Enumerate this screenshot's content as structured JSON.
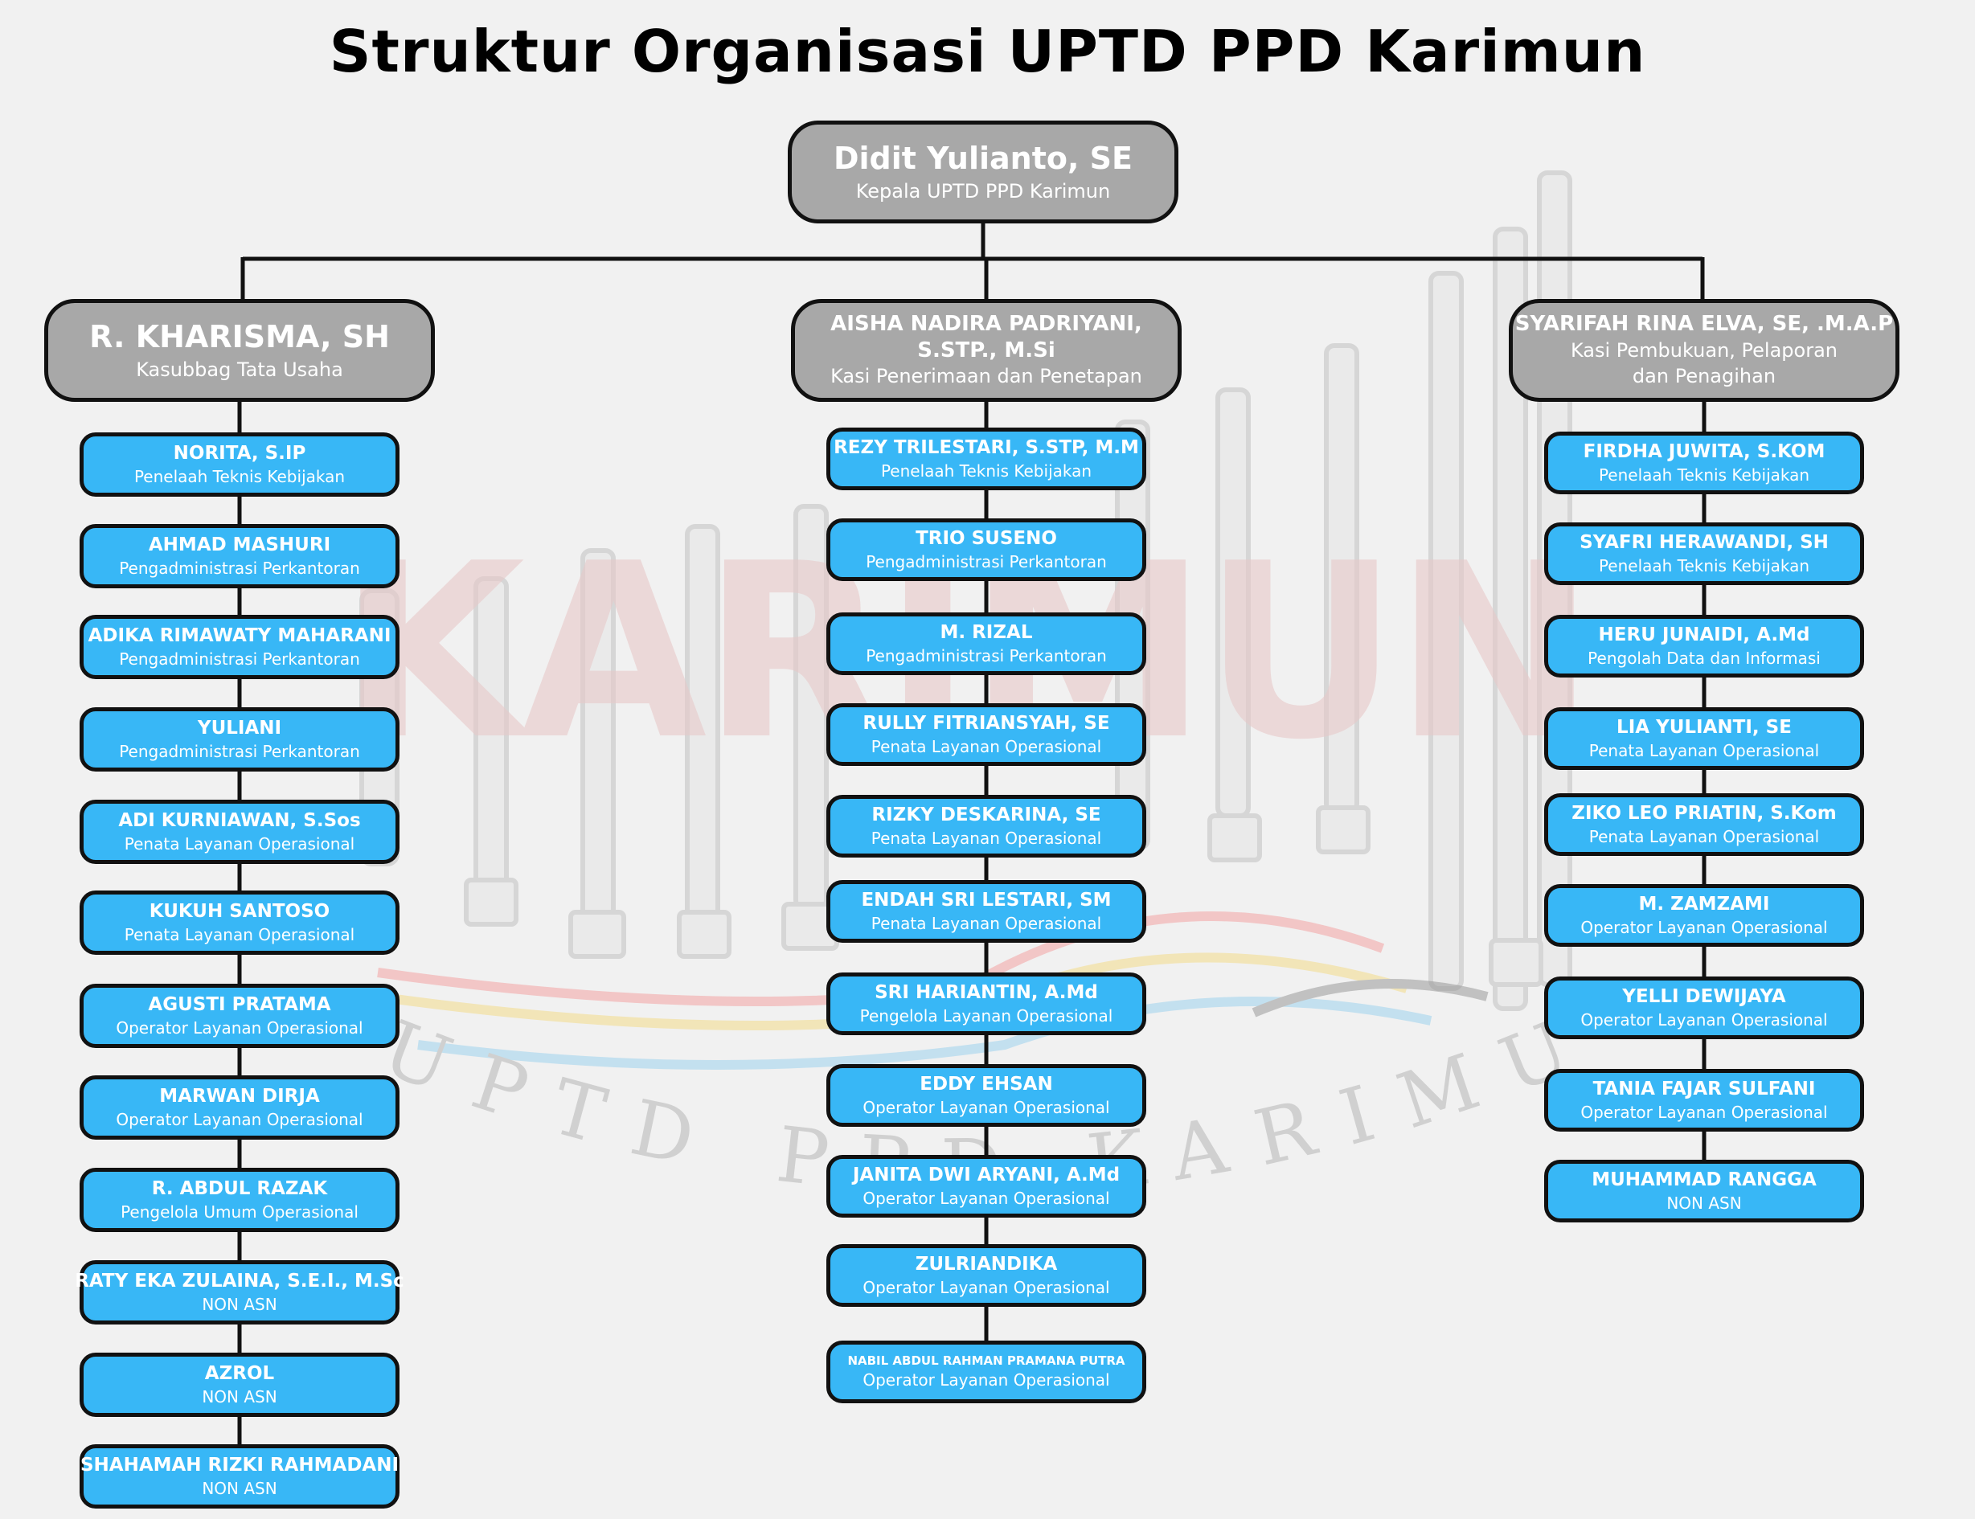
{
  "title": "Struktur Organisasi UPTD PPD Karimun",
  "watermark": {
    "main_text": "KARIMUN",
    "arc_text": "UPTD PPD KARIMUN"
  },
  "head": {
    "name": "Didit Yulianto, SE",
    "role": "Kepala UPTD PPD Karimun"
  },
  "divisions": [
    {
      "name": "R. KHARISMA, SH",
      "role": "Kasubbag Tata Usaha",
      "staff": [
        {
          "name": "NORITA, S.IP",
          "role": "Penelaah Teknis Kebijakan"
        },
        {
          "name": "AHMAD MASHURI",
          "role": "Pengadministrasi Perkantoran"
        },
        {
          "name": "ADIKA RIMAWATY MAHARANI",
          "role": "Pengadministrasi Perkantoran"
        },
        {
          "name": "YULIANI",
          "role": "Pengadministrasi Perkantoran"
        },
        {
          "name": "ADI KURNIAWAN, S.Sos",
          "role": "Penata Layanan Operasional"
        },
        {
          "name": "KUKUH SANTOSO",
          "role": "Penata Layanan Operasional"
        },
        {
          "name": "AGUSTI PRATAMA",
          "role": "Operator Layanan Operasional"
        },
        {
          "name": "MARWAN DIRJA",
          "role": "Operator Layanan Operasional"
        },
        {
          "name": "R. ABDUL RAZAK",
          "role": "Pengelola Umum Operasional"
        },
        {
          "name": "RATY EKA ZULAINA, S.E.I., M.Sc",
          "role": "NON ASN"
        },
        {
          "name": "AZROL",
          "role": "NON ASN"
        },
        {
          "name": "SHAHAMAH RIZKI RAHMADANI",
          "role": "NON ASN"
        }
      ]
    },
    {
      "name": "AISHA NADIRA PADRIYANI,\nS.STP., M.Si",
      "role": "Kasi Penerimaan dan Penetapan",
      "staff": [
        {
          "name": "REZY TRILESTARI, S.STP, M.M",
          "role": "Penelaah Teknis Kebijakan"
        },
        {
          "name": "TRIO SUSENO",
          "role": "Pengadministrasi Perkantoran"
        },
        {
          "name": "M. RIZAL",
          "role": "Pengadministrasi Perkantoran"
        },
        {
          "name": "RULLY FITRIANSYAH, SE",
          "role": "Penata Layanan Operasional"
        },
        {
          "name": "RIZKY DESKARINA, SE",
          "role": "Penata Layanan Operasional"
        },
        {
          "name": "ENDAH SRI LESTARI, SM",
          "role": "Penata Layanan Operasional"
        },
        {
          "name": "SRI HARIANTIN, A.Md",
          "role": "Pengelola Layanan Operasional"
        },
        {
          "name": "EDDY EHSAN",
          "role": "Operator Layanan Operasional"
        },
        {
          "name": "JANITA DWI ARYANI, A.Md",
          "role": "Operator Layanan Operasional"
        },
        {
          "name": "ZULRIANDIKA",
          "role": "Operator Layanan Operasional"
        },
        {
          "name": "NABIL ABDUL RAHMAN PRAMANA PUTRA",
          "role": "Operator Layanan Operasional"
        }
      ]
    },
    {
      "name": "SYARIFAH RINA ELVA, SE, .M.A.P",
      "role": "Kasi Pembukuan, Pelaporan\ndan Penagihan",
      "staff": [
        {
          "name": "FIRDHA JUWITA, S.KOM",
          "role": "Penelaah Teknis Kebijakan"
        },
        {
          "name": "SYAFRI HERAWANDI, SH",
          "role": "Penelaah Teknis Kebijakan"
        },
        {
          "name": "HERU JUNAIDI, A.Md",
          "role": "Pengolah Data dan Informasi"
        },
        {
          "name": "LIA YULIANTI, SE",
          "role": "Penata Layanan Operasional"
        },
        {
          "name": "ZIKO LEO PRIATIN, S.Kom",
          "role": "Penata Layanan Operasional"
        },
        {
          "name": "M. ZAMZAMI",
          "role": "Operator Layanan Operasional"
        },
        {
          "name": "YELLI DEWIJAYA",
          "role": "Operator Layanan Operasional"
        },
        {
          "name": "TANIA FAJAR SULFANI",
          "role": "Operator Layanan Operasional"
        },
        {
          "name": "MUHAMMAD RANGGA",
          "role": "NON ASN"
        }
      ]
    }
  ]
}
